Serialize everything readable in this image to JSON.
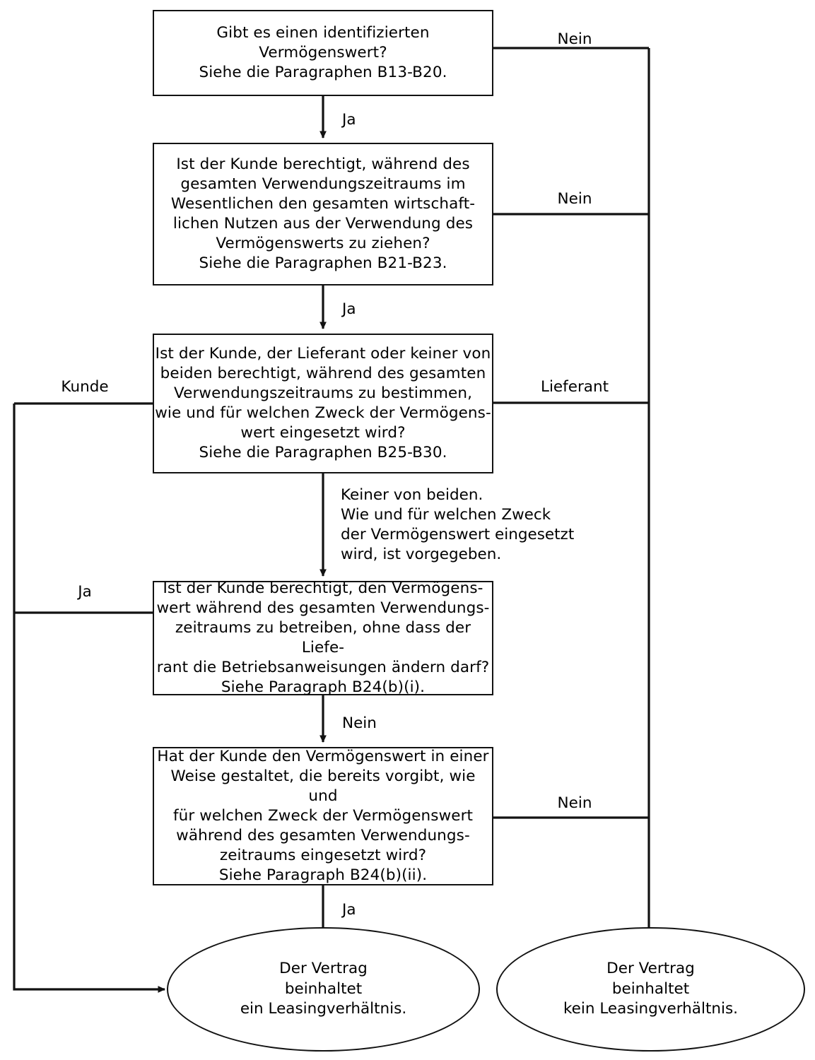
{
  "diagram": {
    "title": "Entscheidungsbaum zur Identifizierung eines Leasingverhältnisses",
    "language": "de",
    "line_color": "#121212",
    "background": "#ffffff"
  },
  "nodes": [
    {
      "id": "q1",
      "shape": "rect",
      "text": "Gibt es einen identifizierten\nVermögenswert?\nSiehe die Paragraphen B13-B20."
    },
    {
      "id": "q2",
      "shape": "rect",
      "text": "Ist der Kunde berechtigt, während des\ngesamten Verwendungszeitraums im\nWesentlichen den gesamten wirtschaft-\nlichen Nutzen aus der Verwendung des\nVermögenswerts zu ziehen?\nSiehe die Paragraphen B21-B23."
    },
    {
      "id": "q3",
      "shape": "rect",
      "text": "Ist der Kunde, der Lieferant oder keiner von\nbeiden berechtigt, während des gesamten\nVerwendungszeitraums zu bestimmen,\nwie und für welchen Zweck der Vermögens-\nwert eingesetzt wird?\nSiehe die Paragraphen B25-B30."
    },
    {
      "id": "q4",
      "shape": "rect",
      "text": "Ist der Kunde berechtigt, den Vermögens-\nwert während des gesamten Verwendungs-\nzeitraums zu betreiben, ohne dass der Liefe-\nrant die Betriebsanweisungen ändern darf?\nSiehe Paragraph B24(b)(i)."
    },
    {
      "id": "q5",
      "shape": "rect",
      "text": "Hat der Kunde den Vermögenswert in einer\nWeise gestaltet, die bereits vorgibt, wie und\nfür welchen Zweck der Vermögenswert\nwährend des gesamten Verwendungs-\nzeitraums eingesetzt wird?\nSiehe Paragraph B24(b)(ii)."
    },
    {
      "id": "lease",
      "shape": "ellipse",
      "text": "Der Vertrag\nbeinhaltet\nein Leasingverhältnis."
    },
    {
      "id": "no_lease",
      "shape": "ellipse",
      "text": "Der Vertrag\nbeinhaltet\nkein Leasingverhältnis."
    }
  ],
  "edge_labels": {
    "q1_no": "Nein",
    "q1_yes": "Ja",
    "q2_no": "Nein",
    "q2_yes": "Ja",
    "q3_customer": "Kunde",
    "q3_supplier": "Lieferant",
    "q3_neither": "Keiner von beiden.\nWie und für welchen Zweck\nder Vermögenswert eingesetzt\nwird, ist vorgegeben.",
    "q4_yes": "Ja",
    "q4_no": "Nein",
    "q5_no": "Nein",
    "q5_yes": "Ja"
  }
}
